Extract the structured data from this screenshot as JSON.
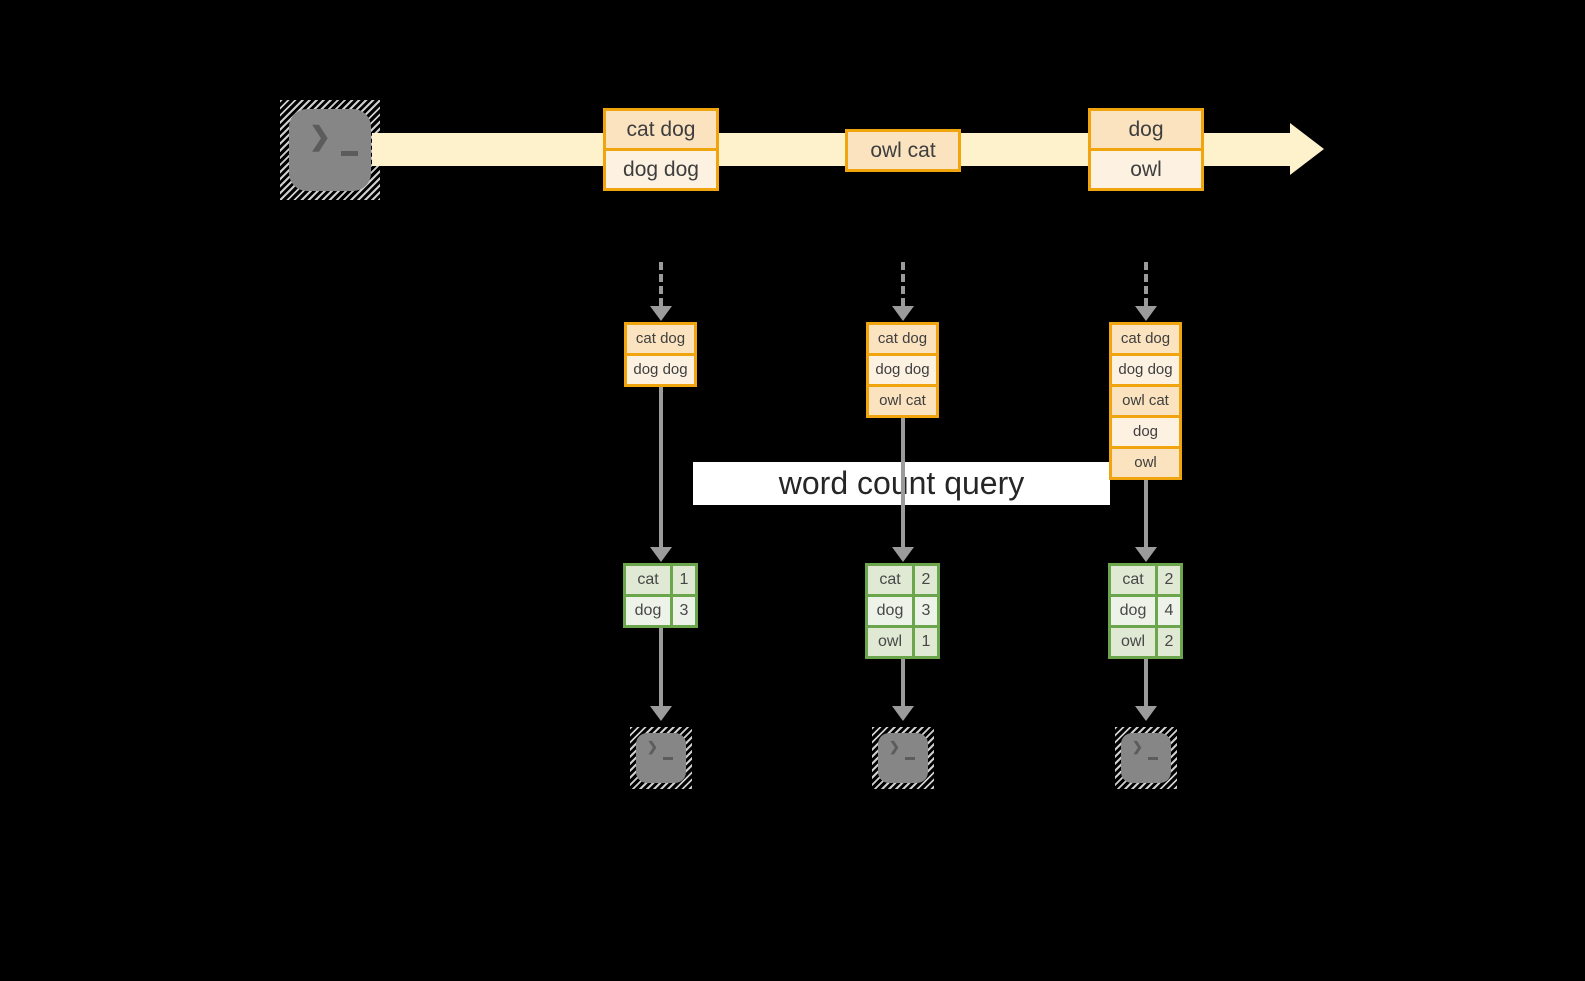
{
  "query_label": "word count query",
  "icons": {
    "source": "terminal-icon",
    "sink": "terminal-icon",
    "stream_arrow": "arrow-right-icon",
    "prompt_glyph": "❯"
  },
  "colors": {
    "background": "#000000",
    "stream_band": "#fdf2cc",
    "orange_border": "#f0a40e",
    "peach_dark": "#fbe3c0",
    "peach_light": "#fdf2e2",
    "green_border": "#6ca64c",
    "green_dark": "#dfe9d4",
    "green_light": "#eef3ea",
    "arrow_gray": "#9b9b9b",
    "query_band_bg": "#ffffff"
  },
  "stream": {
    "batches": [
      {
        "cells": [
          "cat dog",
          "dog dog"
        ]
      },
      {
        "cells": [
          "owl cat"
        ]
      },
      {
        "cells": [
          "dog",
          "owl"
        ]
      }
    ]
  },
  "states": [
    {
      "cells": [
        "cat dog",
        "dog dog"
      ]
    },
    {
      "cells": [
        "cat dog",
        "dog dog",
        "owl cat"
      ]
    },
    {
      "cells": [
        "cat dog",
        "dog dog",
        "owl cat",
        "dog",
        "owl"
      ]
    }
  ],
  "results": [
    {
      "rows": [
        [
          "cat",
          "1"
        ],
        [
          "dog",
          "3"
        ]
      ]
    },
    {
      "rows": [
        [
          "cat",
          "2"
        ],
        [
          "dog",
          "3"
        ],
        [
          "owl",
          "1"
        ]
      ]
    },
    {
      "rows": [
        [
          "cat",
          "2"
        ],
        [
          "dog",
          "4"
        ],
        [
          "owl",
          "2"
        ]
      ]
    }
  ]
}
